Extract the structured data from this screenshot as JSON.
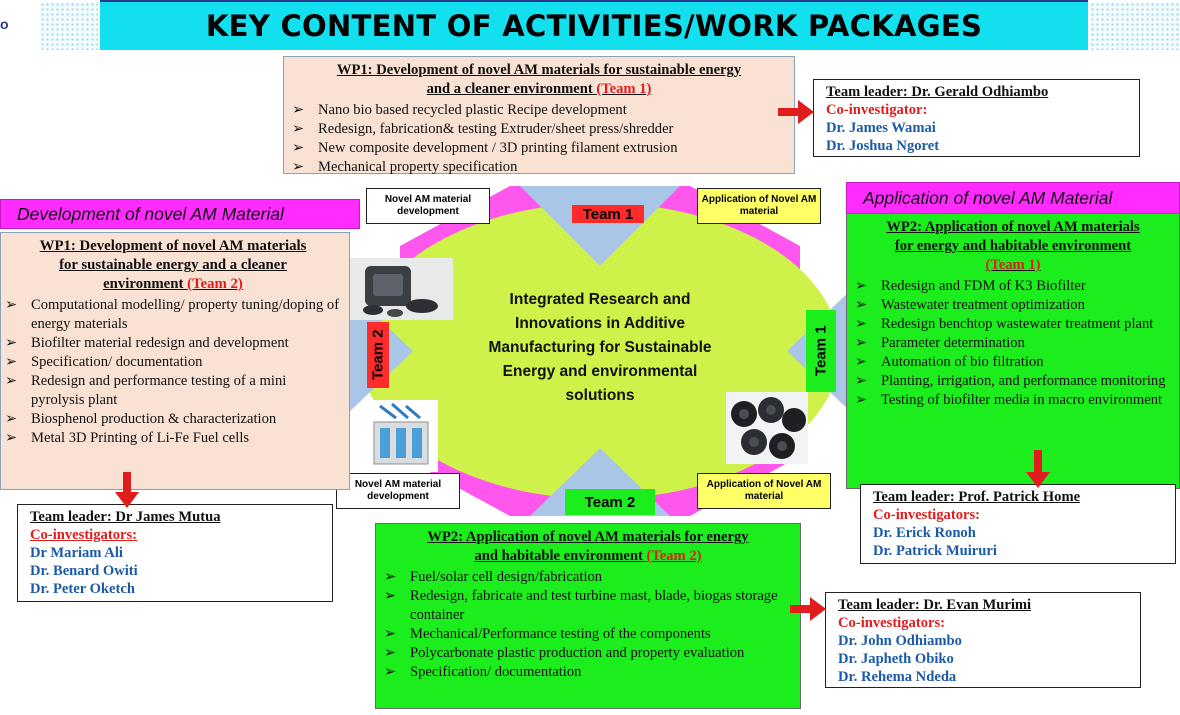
{
  "title": "KEY CONTENT OF ACTIVITIES/WORK PACKAGES",
  "page_mark": "o",
  "colors": {
    "title_bg": "#12e0ef",
    "wp1_bg": "#f9e2d3",
    "wp2_bg": "#1ced1c",
    "bar_bg": "#ff2bff",
    "center_bg": "#cff24a",
    "octagon_bg": "#ff56ee",
    "triangle_bg": "#a9c6e6",
    "red": "#e11c1c",
    "blue": "#1c5aa8"
  },
  "wp1_top": {
    "title_line1": "WP1: Development of novel AM materials for sustainable energy",
    "title_line2": "and a cleaner environment",
    "team": "(Team 1)",
    "items": [
      "Nano bio based recycled plastic Recipe development",
      "Redesign, fabrication& testing Extruder/sheet press/shredder",
      "New composite development / 3D printing filament extrusion",
      "Mechanical property specification"
    ]
  },
  "leader_top": {
    "leader": "Team leader: Dr. Gerald Odhiambo",
    "coinv": "Co-investigator:",
    "members": [
      "Dr. James Wamai",
      "Dr. Joshua Ngoret"
    ]
  },
  "left_bar": "Development of novel AM Material",
  "right_bar": "Application of novel AM Material",
  "wp1_left": {
    "title_line1": "WP1: Development of novel AM materials",
    "title_line2": "for sustainable energy and a cleaner",
    "title_line3": "environment",
    "team": "(Team 2)",
    "items": [
      "Computational modelling/ property tuning/doping of energy materials",
      "Biofilter material redesign and development",
      "Specification/ documentation",
      "Redesign and performance testing of a mini pyrolysis plant",
      "Biosphenol production & characterization",
      "Metal 3D Printing of Li-Fe Fuel cells"
    ]
  },
  "leader_left": {
    "leader": "Team leader: Dr James Mutua",
    "coinv": "Co-investigators:",
    "members": [
      "Dr Mariam Ali",
      "Dr. Benard Owiti",
      "Dr. Peter Oketch"
    ]
  },
  "wp2_right": {
    "title_line1": "WP2: Application of novel AM materials",
    "title_line2": "for energy and habitable environment",
    "team": "(Team 1)",
    "items": [
      "Redesign and FDM of K3 Biofilter",
      "Wastewater treatment optimization",
      "Redesign benchtop wastewater treatment plant",
      "Parameter determination",
      "Automation of bio filtration",
      "Planting, irrigation, and performance monitoring",
      "Testing of biofilter media in macro environment"
    ]
  },
  "leader_right": {
    "leader": "Team leader: Prof. Patrick Home",
    "coinv": "Co-investigators:",
    "members": [
      "Dr. Erick Ronoh",
      "Dr. Patrick Muiruri"
    ]
  },
  "wp2_bottom": {
    "title_line1": "WP2: Application of novel AM materials for energy",
    "title_line2": "and habitable environment",
    "team": "(Team 2)",
    "items": [
      "Fuel/solar cell design/fabrication",
      "Redesign, fabricate and test turbine mast, blade, biogas storage container",
      "Mechanical/Performance testing of the components",
      "Polycarbonate plastic production and property evaluation",
      "Specification/ documentation"
    ]
  },
  "leader_bottom": {
    "leader": "Team leader: Dr. Evan Murimi",
    "coinv": "Co-investigators:",
    "members": [
      "Dr. John Odhiambo",
      "Dr. Japheth Obiko",
      "Dr. Rehema Ndeda"
    ]
  },
  "diagram": {
    "center_lines": [
      "Integrated Research and",
      "Innovations in Additive",
      "Manufacturing for Sustainable",
      "Energy and environmental",
      "solutions"
    ],
    "team_top": "Team 1",
    "team_bottom": "Team 2",
    "team_left": "Team 2",
    "team_right": "Team 1",
    "label_tl": "Novel AM material development",
    "label_tr": "Application of Novel AM material",
    "label_bl": "Novel AM material development",
    "label_br": "Application of Novel AM material"
  }
}
